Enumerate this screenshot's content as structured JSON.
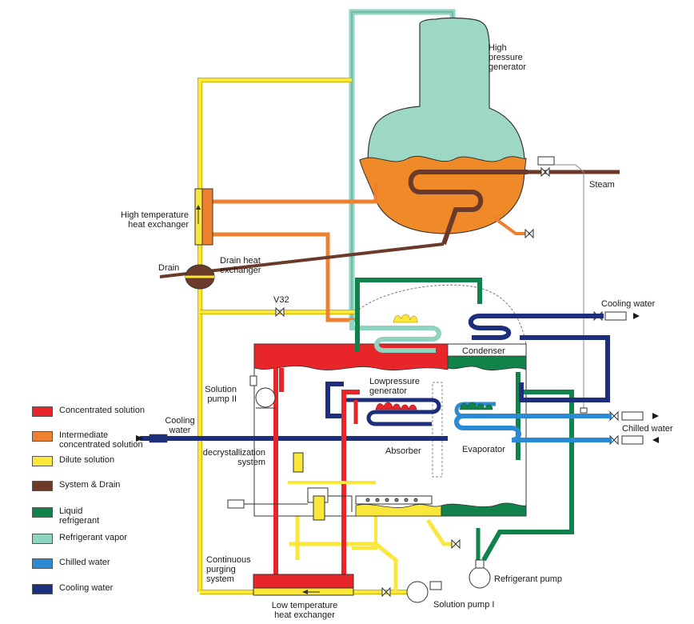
{
  "labels": {
    "high_pressure_generator": "High\npressure\ngenerator",
    "steam": "Steam",
    "high_temp_hx": "High temperature\nheat exchanger",
    "drain": "Drain",
    "drain_hx": "Drain heat\nexchanger",
    "v32": "V32",
    "cooling_water_out": "Cooling water",
    "condenser": "Condenser",
    "lowpressure_generator": "Lowpressure\ngenerator",
    "solution_pump_2": "Solution\npump II",
    "cooling_water_in": "Cooling\nwater",
    "absorber": "Absorber",
    "evaporator": "Evaporator",
    "chilled_water": "Chilled water",
    "decrystallization": "decrystallization\nsystem",
    "continuous_purging": "Continuous\npurging\nsystem",
    "refrigerant_pump": "Refrigerant pump",
    "low_temp_hx": "Low temperature\nheat exchanger",
    "solution_pump_1": "Solution pump I"
  },
  "legend": [
    {
      "label": "Concentrated solution",
      "color": "#e8262a"
    },
    {
      "label": "Intermediate\nconcentrated solution",
      "color": "#ee8030"
    },
    {
      "label": "Dilute solution",
      "color": "#fbe63a"
    },
    {
      "label": "System & Drain",
      "color": "#6b3a2a"
    },
    {
      "label": "Liquid\nrefrigerant",
      "color": "#11824a"
    },
    {
      "label": "Refrigerant vapor",
      "color": "#8fd3c1"
    },
    {
      "label": "Chilled water",
      "color": "#2a8ad6"
    },
    {
      "label": "Cooling water",
      "color": "#1c2e7c"
    }
  ]
}
